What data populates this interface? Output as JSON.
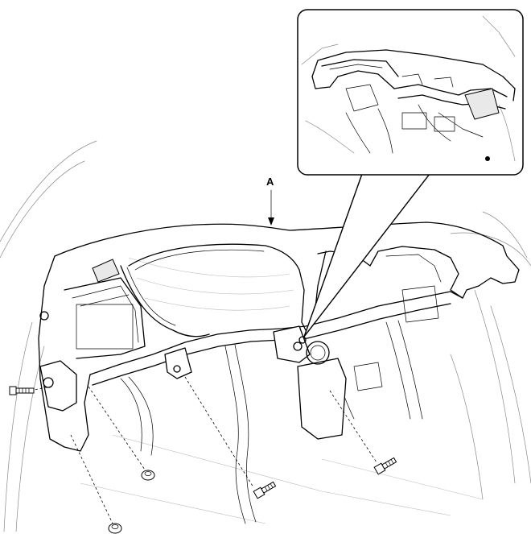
{
  "figure": {
    "callout_label": "A",
    "inset_view": "zoomed-detail",
    "fasteners": [
      "bolt",
      "bolt",
      "bolt",
      "nut",
      "nut"
    ]
  }
}
